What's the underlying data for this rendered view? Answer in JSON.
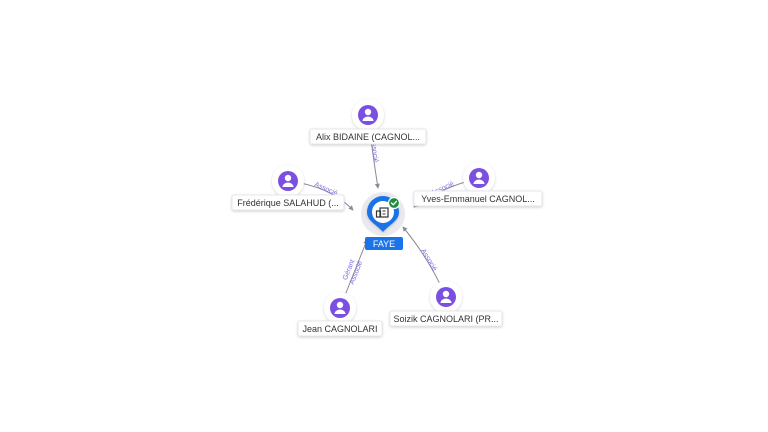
{
  "colors": {
    "person": "#7b4fe0",
    "center": "#1a73e8",
    "check": "#1e8e3e",
    "edge_label": "#7b6cd9"
  },
  "center": {
    "label": "FAYE",
    "icon": "building-icon",
    "badge_icon": "check-icon"
  },
  "people": [
    {
      "id": "alix",
      "label": "Alix BIDAINE (CAGNOL...",
      "icon": "person-icon"
    },
    {
      "id": "yves",
      "label": "Yves-Emmanuel CAGNOL...",
      "icon": "person-icon"
    },
    {
      "id": "frederique",
      "label": "Frédérique SALAHUD (...",
      "icon": "person-icon"
    },
    {
      "id": "jean",
      "label": "Jean CAGNOLARI",
      "icon": "person-icon"
    },
    {
      "id": "soizik",
      "label": "Soizik CAGNOLARI (PR...",
      "icon": "person-icon"
    }
  ],
  "edges": [
    {
      "from": "alix",
      "labels": [
        "Associé"
      ]
    },
    {
      "from": "yves",
      "labels": [
        "Associé"
      ]
    },
    {
      "from": "frederique",
      "labels": [
        "Associé"
      ]
    },
    {
      "from": "jean",
      "labels": [
        "Gérant",
        "Associé"
      ]
    },
    {
      "from": "soizik",
      "labels": [
        "Associé"
      ]
    }
  ]
}
